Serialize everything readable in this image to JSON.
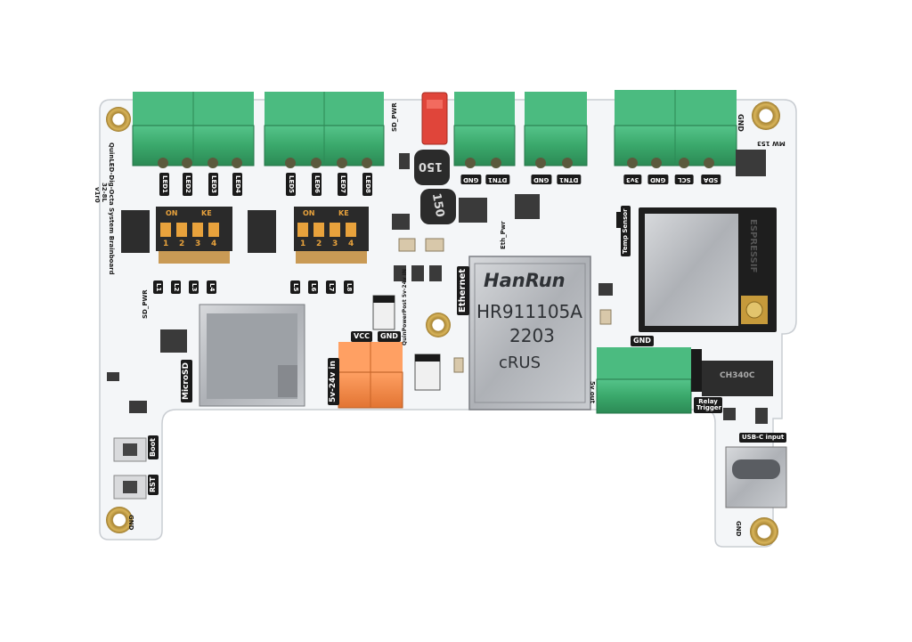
{
  "board": {
    "name": "QuinLED-Dig-Octa System Brainboard",
    "version": "32-8L",
    "revision": "v1r0"
  },
  "terminals_top": {
    "leds_a": [
      "LED1",
      "LED2",
      "LED3",
      "LED4"
    ],
    "leds_b": [
      "LED5",
      "LED6",
      "LED7",
      "LED8"
    ],
    "block_c": [
      "GND",
      "DTN1"
    ],
    "block_d": [
      "GND",
      "DTN1"
    ],
    "block_e": [
      "3v3",
      "GND",
      "SCL",
      "SDA"
    ]
  },
  "labels": {
    "gnd": "GND",
    "sd_pwr": "SD_PWR",
    "eth_pwr": "Eth_Pwr",
    "temp_sensor": "Temp Sensor",
    "ethernet": "Ethernet",
    "microsd": "MicroSD",
    "vcc": "VCC",
    "power_in": "5v-24v in",
    "power_post": "QuinPowerPost 5v-24v IN",
    "relay_trigger": "Relay Trigger",
    "usb_c_input": "USB-C input",
    "boot": "Boot",
    "rst": "RST",
    "five_v_out": "5v out",
    "sw_on": "ON",
    "sw_ke": "KE",
    "sw_nums": [
      "1",
      "2",
      "3",
      "4"
    ],
    "level_l": [
      "L1",
      "L2",
      "L3",
      "L4"
    ],
    "level_r": [
      "L5",
      "L6",
      "L7",
      "L8"
    ],
    "mw_153": "MW 153"
  },
  "components": {
    "ethernet_brand": "HanRun",
    "ethernet_model": "HR911105A",
    "ethernet_date": "2203",
    "cert_mark": "cRUS",
    "inductor_1": "150",
    "inductor_2": "150",
    "espressif": "ESPRESSIF",
    "usb_chip": "CH340C"
  },
  "colors": {
    "pcb": "#f4f6f8",
    "terminal_green": "#3aa86b",
    "terminal_orange": "#f28a45",
    "jumper_red": "#e0453a",
    "metal": "#b9bcc0",
    "gold": "#c8a24a",
    "silkscreen": "#1a1a1a"
  }
}
